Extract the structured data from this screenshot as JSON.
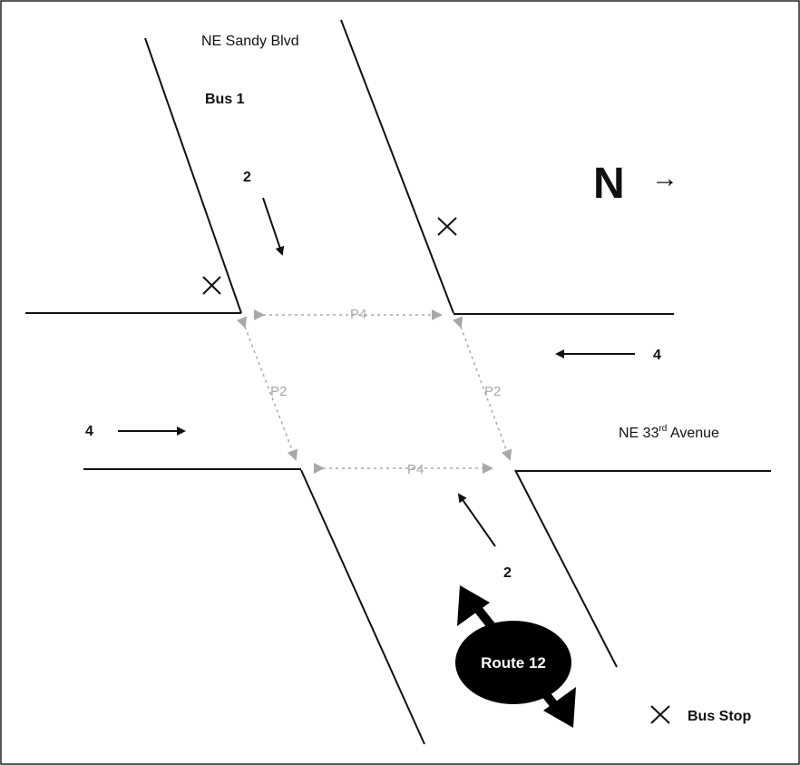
{
  "street_names": {
    "north_south": "NE Sandy Blvd",
    "east_west_prefix": "NE 33",
    "east_west_superscript": "rd",
    "east_west_suffix": " Avenue"
  },
  "bus_label": "Bus 1",
  "north_indicator": {
    "letter": "N",
    "arrow": "→"
  },
  "approach_counts": {
    "southbound": "2",
    "northbound": "2",
    "westbound": "4",
    "eastbound": "4"
  },
  "pedestrian_phases": {
    "north_crosswalk": "P4",
    "south_crosswalk": "P4",
    "west_crosswalk": "P2",
    "east_crosswalk": "P2"
  },
  "route_badge": "Route 12",
  "legend": {
    "bus_stop_label": "Bus Stop"
  },
  "colors": {
    "road": "#111111",
    "pedestrian": "#a8a8a8",
    "badge_fill": "#000000",
    "badge_text": "#ffffff"
  }
}
